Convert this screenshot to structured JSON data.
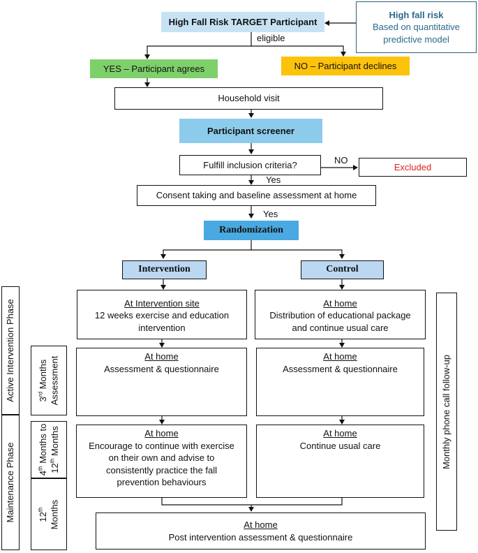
{
  "top": {
    "title": "High Fall Risk TARGET Participant",
    "eligible": "eligible"
  },
  "risk_note": {
    "heading": "High fall risk",
    "line1": "Based on quantitative",
    "line2": "predictive model"
  },
  "branch": {
    "yes": "YES – Participant agrees",
    "no": "NO – Participant declines"
  },
  "household": "Household visit",
  "screener": "Participant screener",
  "inclusion": {
    "question": "Fulfill inclusion criteria?",
    "no": "NO",
    "excluded": "Excluded",
    "yes": "Yes"
  },
  "consent": {
    "text": "Consent taking and baseline assessment at home",
    "yes": "Yes"
  },
  "randomization": "Randomization",
  "arms": {
    "intervention": "Intervention",
    "control": "Control"
  },
  "phases": {
    "active": "Active Intervention Phase",
    "maintenance": "Maintenance Phase",
    "m3_line1": "Months",
    "m3_line2": "Assessment",
    "m3_num": "3",
    "m3_sup": "rd",
    "m4_num": "4",
    "m4_sup": "th",
    "m4_mid": " Months to",
    "m12_num": "12",
    "m12_sup": "th",
    "m12_tail": " Months",
    "final_num": "12",
    "final_sup": "th",
    "final_word": "Months"
  },
  "monthly": "Monthly phone call follow-up",
  "intervention_steps": {
    "site_heading": "At Intervention site",
    "site_body": "12 weeks exercise and education intervention",
    "assess_heading": "At home",
    "assess_body": "Assessment & questionnaire",
    "maint_heading": "At home",
    "maint_body": "Encourage to continue with exercise on their own and advise to consistently practice the fall prevention behaviours"
  },
  "control_steps": {
    "dist_heading": "At home",
    "dist_body": "Distribution of educational package and continue usual care",
    "assess_heading": "At home",
    "assess_body": "Assessment & questionnaire",
    "maint_heading": "At home",
    "maint_body": "Continue usual care"
  },
  "final": {
    "heading": "At home",
    "body": "Post intervention assessment & questionnaire"
  }
}
